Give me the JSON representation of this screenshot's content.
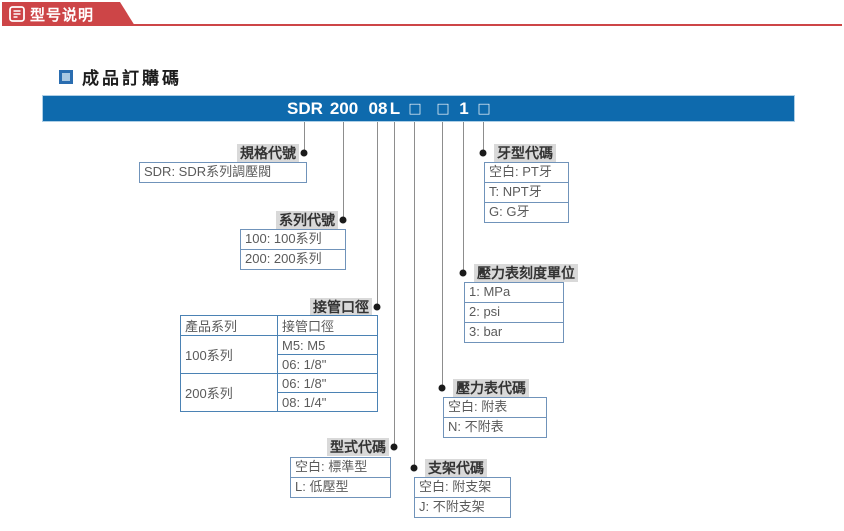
{
  "colors": {
    "accent_red": "#cd4547",
    "accent_blue": "#0e6aad"
  },
  "header": {
    "title": "型号说明"
  },
  "section": {
    "title": "成品訂購碼"
  },
  "code": {
    "parts": [
      "SDR",
      "200",
      "08",
      "L",
      "□",
      "□",
      "1",
      "□"
    ]
  },
  "groups": {
    "spec": {
      "label": "規格代號",
      "rows": [
        "SDR: SDR系列調壓閥"
      ]
    },
    "series": {
      "label": "系列代號",
      "rows": [
        "100: 100系列",
        "200: 200系列"
      ]
    },
    "port": {
      "label": "接管口徑",
      "table": {
        "headers": [
          "產品系列",
          "接管口徑"
        ],
        "rows": [
          {
            "series": "100系列",
            "values": [
              "M5: M5",
              "06: 1/8\""
            ]
          },
          {
            "series": "200系列",
            "values": [
              "06: 1/8\"",
              "08: 1/4\""
            ]
          }
        ]
      }
    },
    "type": {
      "label": "型式代碼",
      "rows": [
        "空白: 標準型",
        "L: 低壓型"
      ]
    },
    "bracket": {
      "label": "支架代碼",
      "rows": [
        "空白: 附支架",
        "J: 不附支架"
      ]
    },
    "gauge": {
      "label": "壓力表代碼",
      "rows": [
        "空白: 附表",
        "N: 不附表"
      ]
    },
    "unit": {
      "label": "壓力表刻度單位",
      "rows": [
        "1: MPa",
        "2: psi",
        "3: bar"
      ]
    },
    "thread": {
      "label": "牙型代碼",
      "rows": [
        "空白: PT牙",
        "T: NPT牙",
        "G: G牙"
      ]
    }
  }
}
